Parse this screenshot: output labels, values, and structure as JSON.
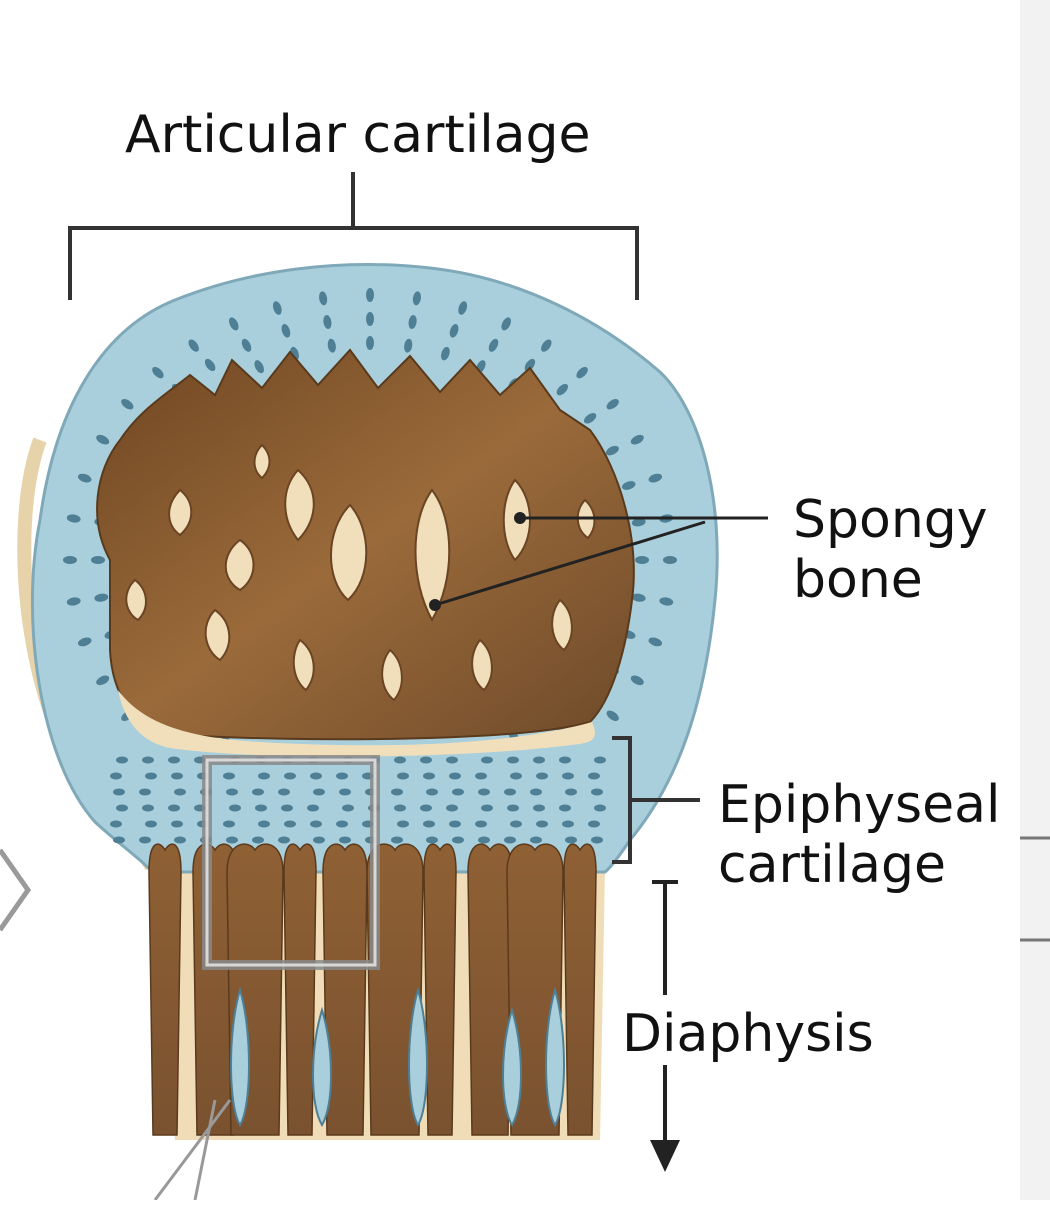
{
  "diagram": {
    "labels": {
      "articular_cartilage": "Articular cartilage",
      "spongy_bone_line1": "Spongy",
      "spongy_bone_line2": "bone",
      "epiphyseal_line1": "Epiphyseal",
      "epiphyseal_line2": "cartilage",
      "diaphysis": "Diaphysis"
    },
    "colors": {
      "cartilage": "#a9cfdc",
      "cartilage_dots": "#4f7f94",
      "bone_brown": "#8a5d32",
      "bone_light": "#f1dfbb",
      "outline": "#333333"
    }
  }
}
